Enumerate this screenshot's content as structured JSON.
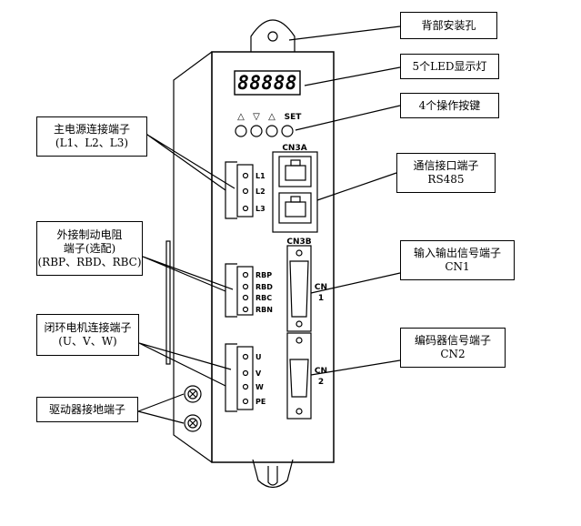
{
  "device": {
    "display_digits": "88888",
    "arrows": [
      "△",
      "▽",
      "△"
    ],
    "set_label": "SET",
    "port_cn3a": "CN3A",
    "port_cn3b": "CN3B",
    "cn1_label": [
      "CN",
      "1"
    ],
    "cn2_label": [
      "CN",
      "2"
    ],
    "power_terminals": [
      "L1",
      "L2",
      "L3"
    ],
    "resistor_terminals": [
      "RBP",
      "RBD",
      "RBC",
      "RBN"
    ],
    "motor_terminals": [
      "U",
      "V",
      "W",
      "PE"
    ]
  },
  "callouts": {
    "mount_hole": "背部安装孔",
    "led": "5个LED显示灯",
    "keys": "4个操作按键",
    "comm": [
      "通信接口端子",
      "RS485"
    ],
    "io": [
      "输入输出信号端子",
      "CN1"
    ],
    "encoder": [
      "编码器信号端子",
      "CN2"
    ],
    "power": [
      "主电源连接端子",
      "(L1、L2、L3)"
    ],
    "resistor": [
      "外接制动电阻",
      "端子(选配)",
      "(RBP、RBD、RBC)"
    ],
    "motor": [
      "闭环电机连接端子",
      "(U、V、W)"
    ],
    "ground": "驱动器接地端子"
  }
}
